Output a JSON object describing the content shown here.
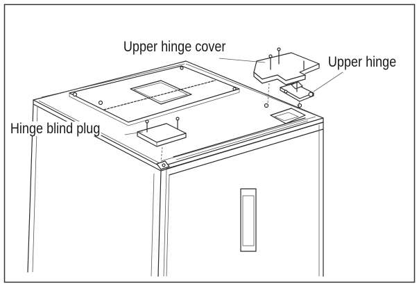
{
  "labels": {
    "upper_hinge_cover": "Upper hinge cover",
    "upper_hinge": "Upper hinge",
    "hinge_blind_plug": "Hinge blind plug"
  },
  "colors": {
    "line": "#2a2a2a",
    "background": "#ffffff",
    "frame": "#333333"
  }
}
